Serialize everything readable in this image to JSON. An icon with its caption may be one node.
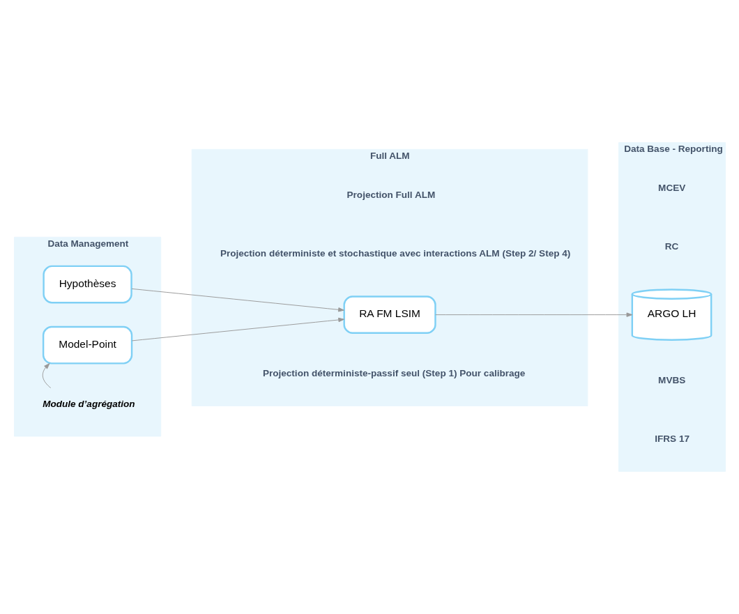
{
  "diagram": {
    "nodes": [
      {
        "text": [
          "Data Management"
        ]
      },
      {
        "text": [
          "Module d’agrégation"
        ],
        "in": 0
      },
      {
        "text": [
          "Model-Point"
        ],
        "in": 0
      },
      {
        "text": [
          "Hypothèses"
        ],
        "in": 0
      },
      {
        "text": [
          "Full ALM"
        ]
      },
      {
        "text": [
          "RA FM LSIM"
        ],
        "in": 4
      },
      {
        "text": [
          "Data Base - Reporting"
        ]
      },
      {
        "text": [
          "ARGO LH"
        ],
        "in": 6
      }
    ],
    "edges": [
      {
        "from": 1,
        "to": 2,
        "arrow": "to"
      },
      {
        "from": 2,
        "to": 5,
        "arrow": "to"
      },
      {
        "from": 3,
        "to": 5,
        "arrow": "to"
      },
      {
        "from": 5,
        "to": 7,
        "arrow": "to"
      }
    ],
    "labels": [
      "Projection déterministe-passif seul (Step 1) Pour calibrage",
      "IFRS 17",
      "MVBS",
      "Projection déterministe et stochastique avec interactions ALM (Step 2/ Step 4)",
      "RC",
      "MCEV",
      "Projection Full ALM"
    ]
  }
}
